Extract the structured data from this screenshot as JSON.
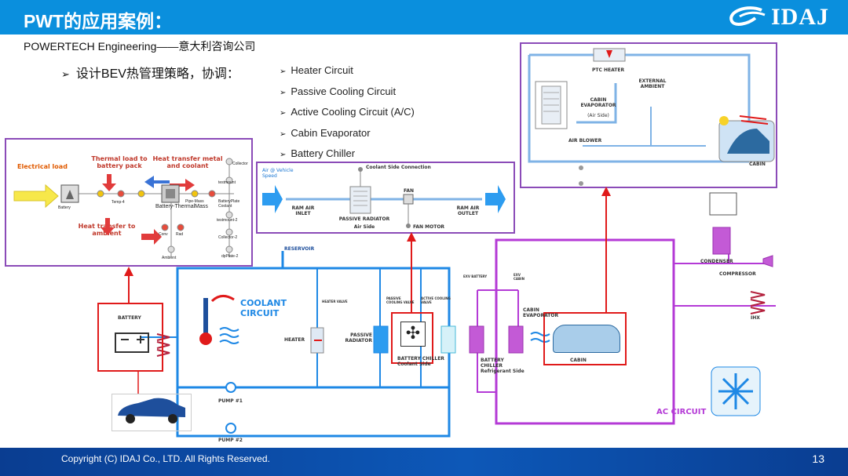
{
  "header": {
    "title": "PWT的应用案例：",
    "logo_text": "IDAJ",
    "subtitle": "POWERTECH Engineering——意大利咨询公司"
  },
  "strategy": {
    "marker": "➢",
    "text": "设计BEV热管理策略，协调："
  },
  "bullets": {
    "marker": "➢",
    "items": [
      "Heater Circuit",
      "Passive Cooling Circuit",
      "Active Cooling Circuit (A/C)",
      "Cabin Evaporator",
      "Battery Chiller"
    ]
  },
  "battery_model": {
    "electrical_load": "Electrical load",
    "thermal_load": "Thermal load to battery pack",
    "heat_transfer_metal": "Heat transfer metal and coolant",
    "heat_transfer_ambient": "Heat transfer to ambient",
    "battery": "Battery",
    "battery_thermalmass": "Battery-ThermalMass",
    "temp": "Temp-4",
    "collector": "Collector",
    "collector2": "Collector-2",
    "pipe_mass": "Pipe-Mass",
    "battery_plate_coolant": "BatteryPlate Coolant",
    "testmount": "testmount",
    "testmount2": "testmount-2",
    "conv": "Conv",
    "rad": "Rad",
    "ambient": "Ambient",
    "dp_plate": "dpPlate-2"
  },
  "passive_model": {
    "air_vehicle_speed": "Air @ Vehicle Speed",
    "coolant_side_connection": "Coolant Side Connection",
    "fan": "FAN",
    "ram_air_inlet": "RAM AIR INLET",
    "ram_air_outlet": "RAM AIR OUTLET",
    "passive_radiator": "PASSIVE RADIATOR",
    "air_side": "Air Side",
    "fan_motor": "FAN MOTOR"
  },
  "cabin_model": {
    "ptc_heater": "PTC HEATER",
    "external_ambient": "EXTERNAL AMBIENT",
    "cabin_evaporator": "CABIN EVAPORATOR",
    "air_side": "(Air Side)",
    "air_blower": "AIR BLOWER",
    "cabin": "CABIN"
  },
  "circuit": {
    "reservoir": "RESERVOIR",
    "coolant_circuit": "COOLANT CIRCUIT",
    "heater_valve": "HEATER VALVE",
    "passive_cooling_valve": "PASSIVE COOLING VALVE",
    "active_cooling_valve": "ACTIVE COOLING VALVE",
    "battery": "BATTERY",
    "heater": "HEATER",
    "passive_radiator": "PASSIVE RADIATOR",
    "battery_chiller_coolant": "BATTERY CHILLER Coolant Side",
    "pump1": "PUMP #1",
    "pump2": "PUMP #2",
    "exv_battery": "EXV BATTERY",
    "exv_cabin": "EXV CABIN",
    "cabin_evaporator": "CABIN EVAPORATOR",
    "cabin": "CABIN",
    "battery_chiller_refrigerant": "BATTERY CHILLER Refrigerant Side",
    "condenser": "CONDENSER",
    "compressor": "COMPRESSOR",
    "ihx": "IHX",
    "ac_circuit": "AC CIRCUIT"
  },
  "footer": {
    "copyright": "Copyright (C)  IDAJ Co., LTD. All Rights Reserved.",
    "page_number": "13"
  },
  "colors": {
    "header_blue": "#0a8fdd",
    "footer_blue": "#0a3d91",
    "coolant_line": "#1e88e5",
    "ac_line": "#b43ad6",
    "highlight_red": "#e01a1a",
    "model_border": "#8b4bb8"
  }
}
